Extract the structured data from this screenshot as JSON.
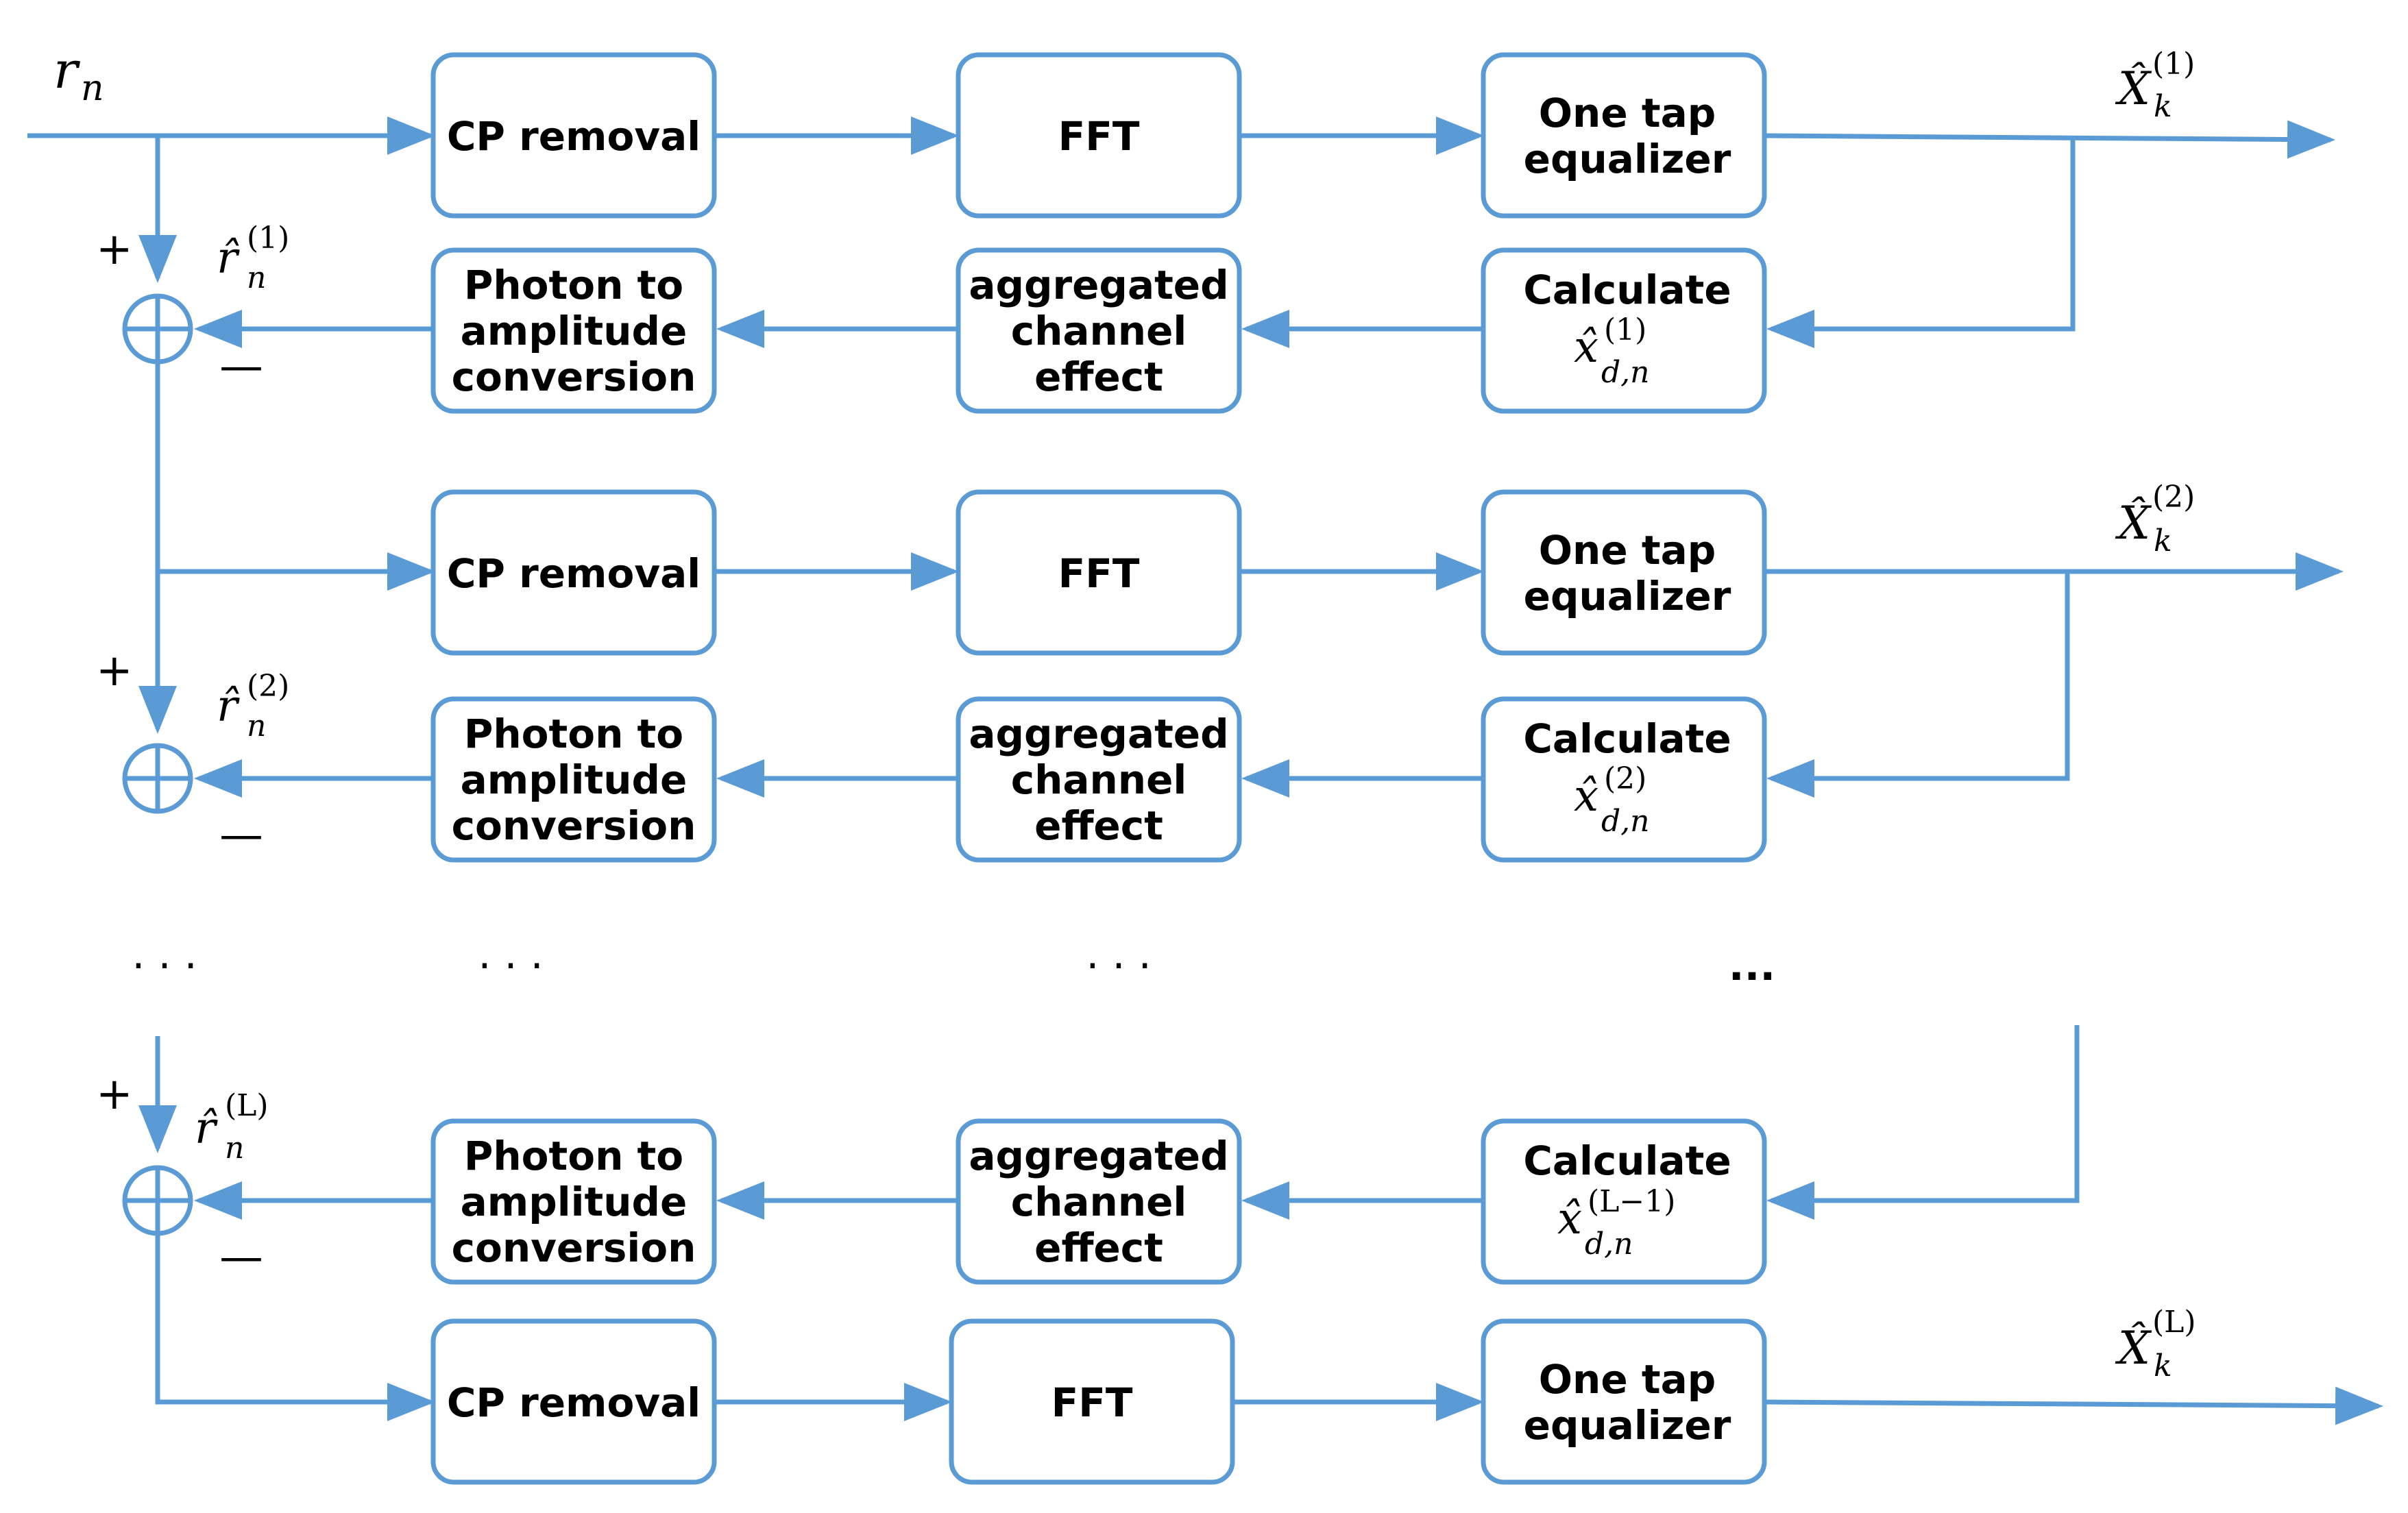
{
  "blocks": {
    "cp_removal": "CP removal",
    "fft": "FFT",
    "one_tap_1": "One tap",
    "one_tap_2": "equalizer",
    "calc": "Calculate",
    "agg_1": "aggregated",
    "agg_2": "channel",
    "agg_3": "effect",
    "photon_1": "Photon to",
    "photon_2": "amplitude",
    "photon_3": "conversion"
  },
  "math": {
    "input_r": "r",
    "input_sub": "n",
    "rhat": "r̂",
    "xhat": "x̂",
    "Xhat": "X̂",
    "sub_n": "n",
    "sub_k": "k",
    "sub_dn": "d,n",
    "sup_1": "(1)",
    "sup_2": "(2)",
    "sup_L": "(L)",
    "sup_Lm1": "(L−1)"
  },
  "signs": {
    "plus": "+",
    "minus": "—"
  },
  "ellipsis": "· · ·",
  "ellipsis_bold": "...",
  "colors": {
    "line": "#5b9bd5",
    "text": "#000000"
  }
}
